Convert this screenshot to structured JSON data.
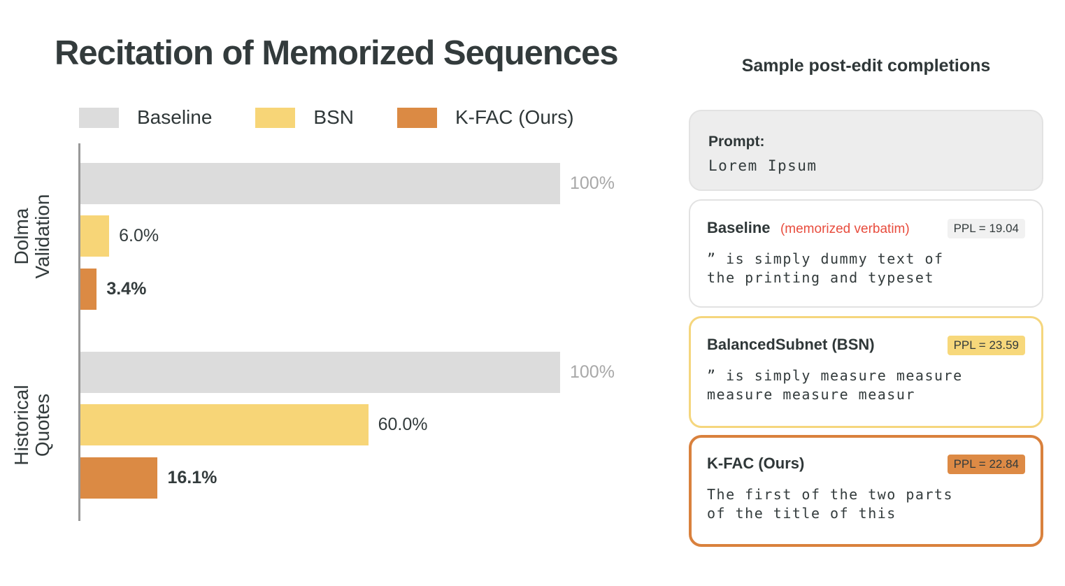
{
  "title": "Recitation of Memorized Sequences",
  "chart_data": {
    "type": "bar",
    "orientation": "horizontal",
    "title": "Recitation of Memorized Sequences",
    "categories": [
      "Dolma\nValidation",
      "Historical\nQuotes"
    ],
    "series": [
      {
        "name": "Baseline",
        "color": "#dcdcdc",
        "values": [
          100,
          100
        ],
        "value_labels": [
          "100%",
          "100%"
        ],
        "label_style": "muted"
      },
      {
        "name": "BSN",
        "color": "#f7d577",
        "values": [
          6.0,
          60.0
        ],
        "value_labels": [
          "6.0%",
          "60.0%"
        ],
        "label_style": "normal"
      },
      {
        "name": "K-FAC (Ours)",
        "color": "#db8a44",
        "values": [
          3.4,
          16.1
        ],
        "value_labels": [
          "3.4%",
          "16.1%"
        ],
        "label_style": "bold"
      }
    ],
    "xlim": [
      0,
      100
    ],
    "grid": false,
    "legend_position": "top",
    "value_unit": "%"
  },
  "panel": {
    "heading": "Sample post-edit completions",
    "cards": [
      {
        "id": "prompt",
        "title": "Prompt:",
        "body": "Lorem Ipsum"
      },
      {
        "id": "baseline",
        "title": "Baseline",
        "note": "(memorized verbatim)",
        "ppl": "PPL = 19.04",
        "body": "” is simply dummy text of\nthe printing and typeset"
      },
      {
        "id": "bsn",
        "title": "BalancedSubnet (BSN)",
        "ppl": "PPL = 23.59",
        "body": "” is simply measure measure\nmeasure measure measur"
      },
      {
        "id": "kfac",
        "title": "K-FAC (Ours)",
        "ppl": "PPL = 22.84",
        "body": "The first of the two parts\nof the title of this"
      }
    ]
  },
  "colors": {
    "text_dark": "#333b3c",
    "bar_baseline": "#dcdcdc",
    "bar_bsn": "#f7d577",
    "bar_kfac": "#db8a44",
    "axis": "#999999",
    "muted_label": "#a8a8a8",
    "note_red": "#e84c3d",
    "card_prompt_bg": "#ededed",
    "border_gray": "#e2e2e2",
    "border_yellow": "#f5d67d",
    "border_orange": "#d9813d"
  }
}
